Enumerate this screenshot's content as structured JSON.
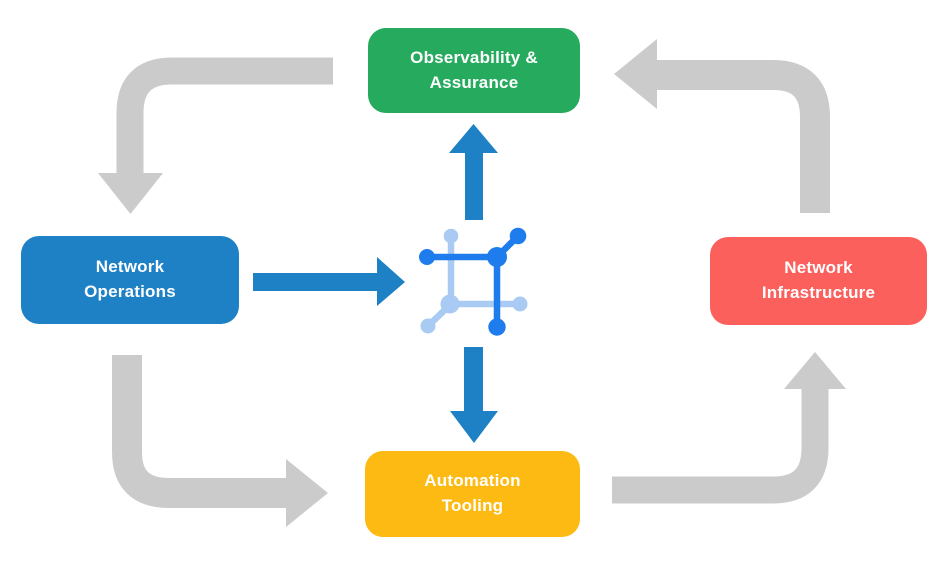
{
  "diagram": {
    "nodes": {
      "observability": {
        "label": "Observability &\nAssurance",
        "color": "#26AB5E"
      },
      "operations": {
        "label": "Network\nOperations",
        "color": "#1E81C6"
      },
      "infrastructure": {
        "label": "Network\nInfrastructure",
        "color": "#FB605C"
      },
      "automation": {
        "label": "Automation\nTooling",
        "color": "#FCBA13"
      }
    },
    "center_icon": "network-platform-icon",
    "edges": [
      {
        "from": "Observability & Assurance",
        "to": "Network Operations",
        "style": "gray-curved"
      },
      {
        "from": "Network Operations",
        "to": "Automation Tooling",
        "style": "gray-curved"
      },
      {
        "from": "Automation Tooling",
        "to": "Network Infrastructure",
        "style": "gray-curved"
      },
      {
        "from": "Network Infrastructure",
        "to": "Observability & Assurance",
        "style": "gray-curved"
      },
      {
        "from": "Network Operations",
        "to": "network-platform-icon",
        "style": "blue-straight"
      },
      {
        "from": "network-platform-icon",
        "to": "Observability & Assurance",
        "style": "blue-straight"
      },
      {
        "from": "network-platform-icon",
        "to": "Automation Tooling",
        "style": "blue-straight"
      }
    ]
  },
  "colors": {
    "background": "#FFFFFF",
    "arrow_gray": "#CBCBCB",
    "arrow_blue": "#1E81C6",
    "icon_blue_dark": "#1E7CEC",
    "icon_blue_light": "#A9CBF3",
    "node_text": "#FFFFFF"
  }
}
